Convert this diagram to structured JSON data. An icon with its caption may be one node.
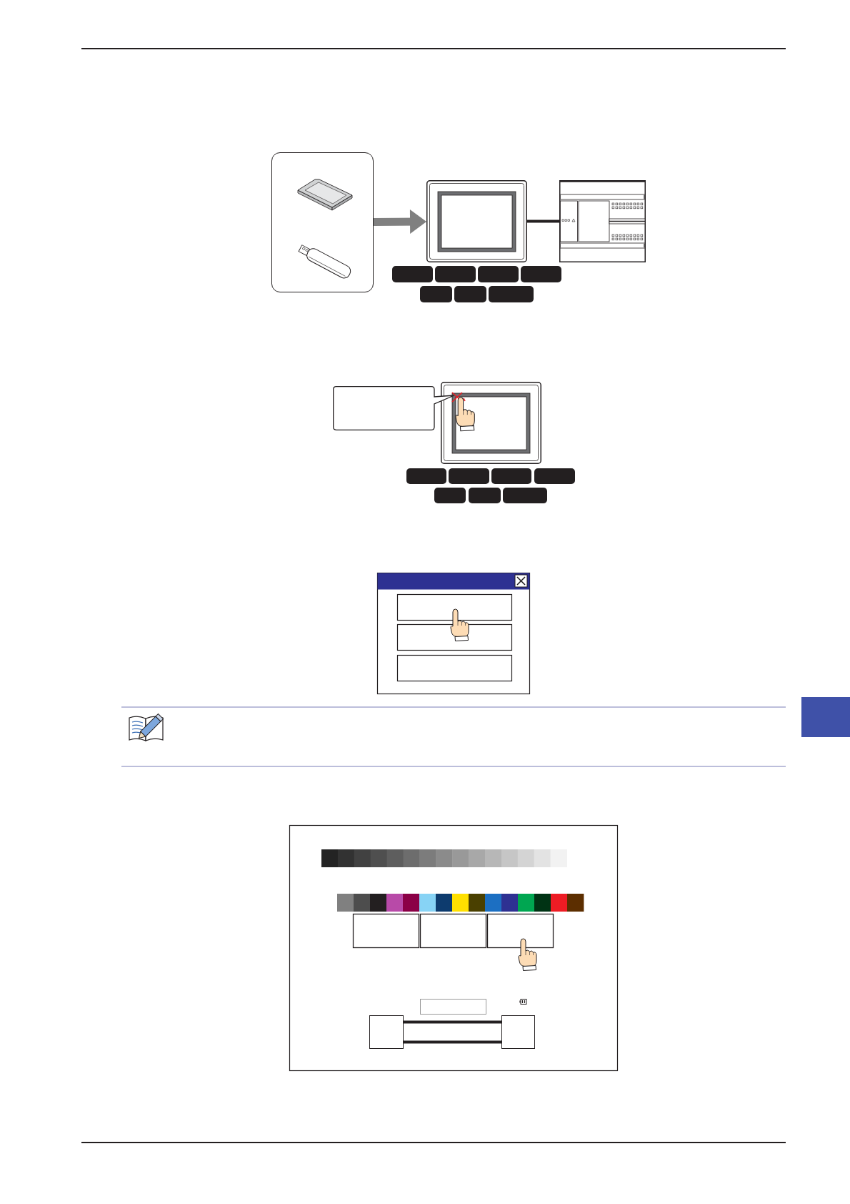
{
  "diagram": {
    "nodes": [
      {
        "text": [],
        "shape": "box"
      },
      {
        "text": [],
        "shape": "picture",
        "in": 0
      },
      {
        "text": [],
        "shape": "picture",
        "in": 0
      },
      {
        "text": [],
        "shape": "picture"
      },
      {
        "text": [],
        "shape": "picture"
      },
      {
        "text": [],
        "shape": "callout"
      },
      {
        "text": [],
        "shape": "box"
      },
      {
        "text": [],
        "shape": "box"
      }
    ],
    "edges": [
      {
        "from": 0,
        "to": 3,
        "arrow": "to",
        "style": "thick",
        "color": "#808080"
      },
      {
        "from": 3,
        "to": 4,
        "arrow": "none"
      },
      {
        "from": 6,
        "to": 7,
        "arrow": "none"
      },
      {
        "from": 6,
        "to": 7,
        "arrow": "none"
      }
    ]
  }
}
